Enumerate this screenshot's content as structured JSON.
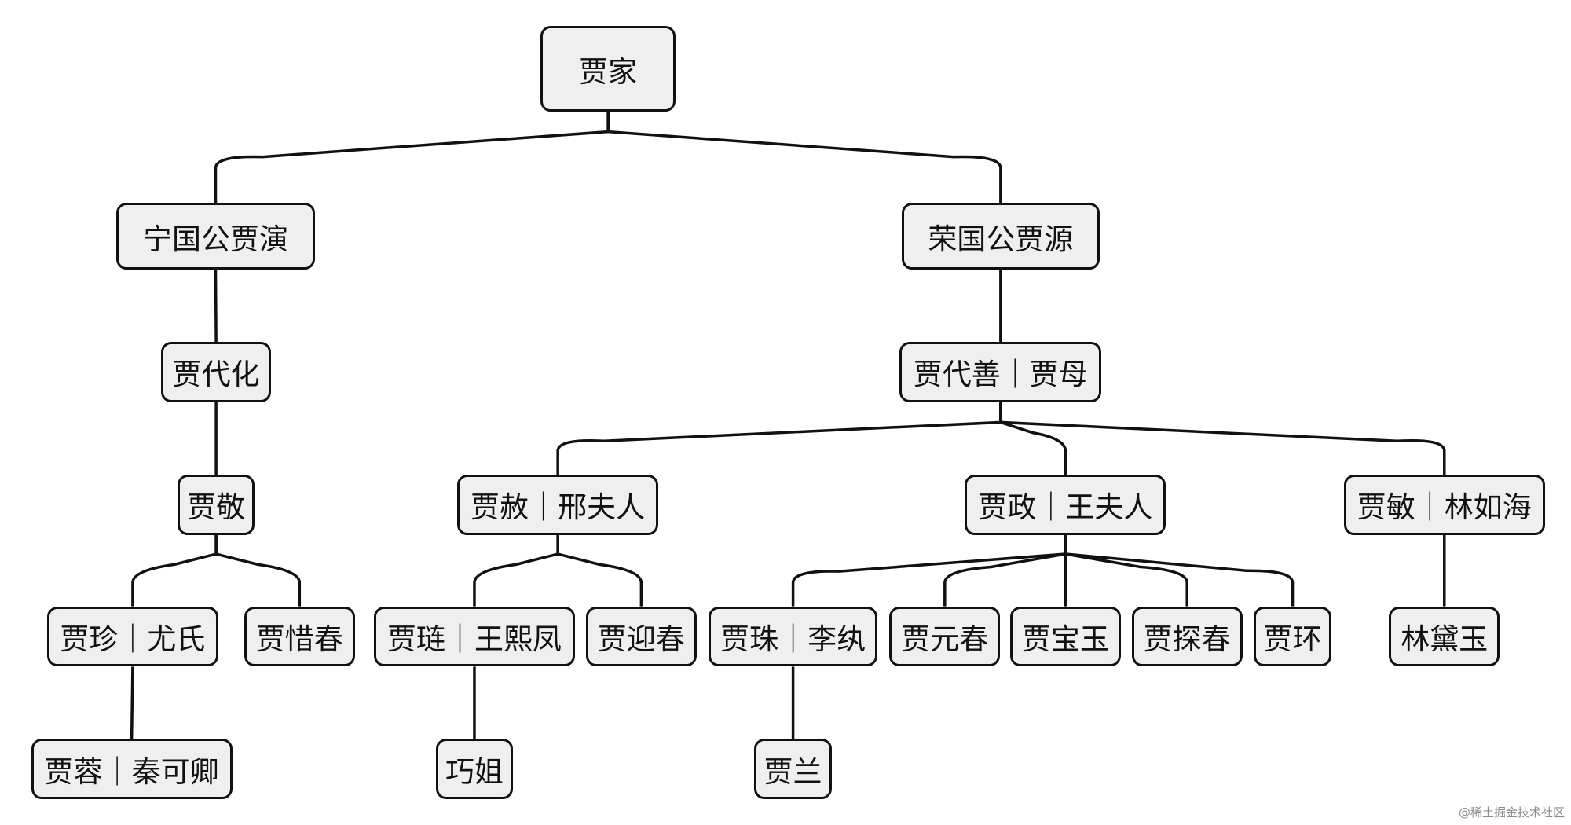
{
  "tree": {
    "label": "贾家",
    "children": [
      {
        "label": "宁国公贾演",
        "children": [
          {
            "label": "贾代化",
            "children": [
              {
                "label": "贾敬",
                "children": [
                  {
                    "label": "贾珍｜尤氏",
                    "children": [
                      {
                        "label": "贾蓉｜秦可卿",
                        "children": []
                      }
                    ]
                  },
                  {
                    "label": "贾惜春",
                    "children": []
                  }
                ]
              }
            ]
          }
        ]
      },
      {
        "label": "荣国公贾源",
        "children": [
          {
            "label": "贾代善｜贾母",
            "children": [
              {
                "label": "贾赦｜邢夫人",
                "children": [
                  {
                    "label": "贾琏｜王熙凤",
                    "children": [
                      {
                        "label": "巧姐",
                        "children": []
                      }
                    ]
                  },
                  {
                    "label": "贾迎春",
                    "children": []
                  }
                ]
              },
              {
                "label": "贾政｜王夫人",
                "children": [
                  {
                    "label": "贾珠｜李纨",
                    "children": [
                      {
                        "label": "贾兰",
                        "children": []
                      }
                    ]
                  },
                  {
                    "label": "贾元春",
                    "children": []
                  },
                  {
                    "label": "贾宝玉",
                    "children": []
                  },
                  {
                    "label": "贾探春",
                    "children": []
                  },
                  {
                    "label": "贾环",
                    "children": []
                  }
                ]
              },
              {
                "label": "贾敏｜林如海",
                "children": [
                  {
                    "label": "林黛玉",
                    "children": []
                  }
                ]
              }
            ]
          }
        ]
      }
    ]
  },
  "watermark": "@稀土掘金技术社区"
}
